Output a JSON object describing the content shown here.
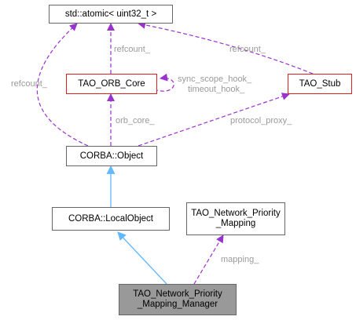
{
  "colors": {
    "inheritance_edge": "#63b8ff",
    "usage_edge": "#9a32cd",
    "node_border": "#666666",
    "highlight_border": "#e02020",
    "focus_fill": "#999999",
    "edge_label_text": "#9a9a9a"
  },
  "nodes": {
    "atomic": "std::atomic< uint32_t >",
    "orb_core": "TAO_ORB_Core",
    "stub": "TAO_Stub",
    "corba_object": "CORBA::Object",
    "local_object": "CORBA::LocalObject",
    "priority_mapping_line1": "TAO_Network_Priority",
    "priority_mapping_line2": "_Mapping",
    "manager_line1": "TAO_Network_Priority",
    "manager_line2": "_Mapping_Manager"
  },
  "edge_labels": {
    "refcount_core": "refcount_",
    "refcount_stub": "refcount_",
    "refcount_object": "refcount_",
    "sync_scope_hook": "sync_scope_hook_",
    "timeout_hook": "timeout_hook_",
    "orb_core": "orb_core_",
    "protocol_proxy": "protocol_proxy_",
    "mapping": "mapping_"
  }
}
